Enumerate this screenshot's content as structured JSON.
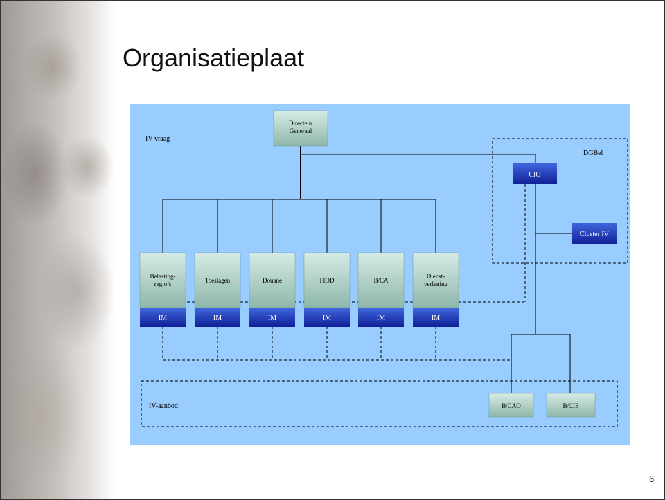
{
  "slide": {
    "title": "Organisatieplaat",
    "page_number": "6"
  },
  "diagram": {
    "label_vraag": "IV-vraag",
    "label_aanbod": "IV-aanbod",
    "label_dgbel": "DGBel",
    "top": [
      "Directeur",
      "Generaal"
    ],
    "cio": "CIO",
    "cluster": "Cluster IV",
    "divisions": [
      {
        "lines": [
          "Belasting-",
          "regio’s"
        ],
        "im": "IM"
      },
      {
        "lines": [
          "Toeslagen"
        ],
        "im": "IM"
      },
      {
        "lines": [
          "Douane"
        ],
        "im": "IM"
      },
      {
        "lines": [
          "FIOD"
        ],
        "im": "IM"
      },
      {
        "lines": [
          "B/CA"
        ],
        "im": "IM"
      },
      {
        "lines": [
          "Dienst-",
          "verlening"
        ],
        "im": "IM"
      }
    ],
    "bcao": "B/CAO",
    "bcie": "B/CIE",
    "colors": {
      "panel": "#99ccff",
      "teal_box_top": "#cfe6e0",
      "teal_box_bottom": "#8fb8ad",
      "blue_box_top": "#3b5fd6",
      "blue_box_bottom": "#12249a"
    }
  }
}
